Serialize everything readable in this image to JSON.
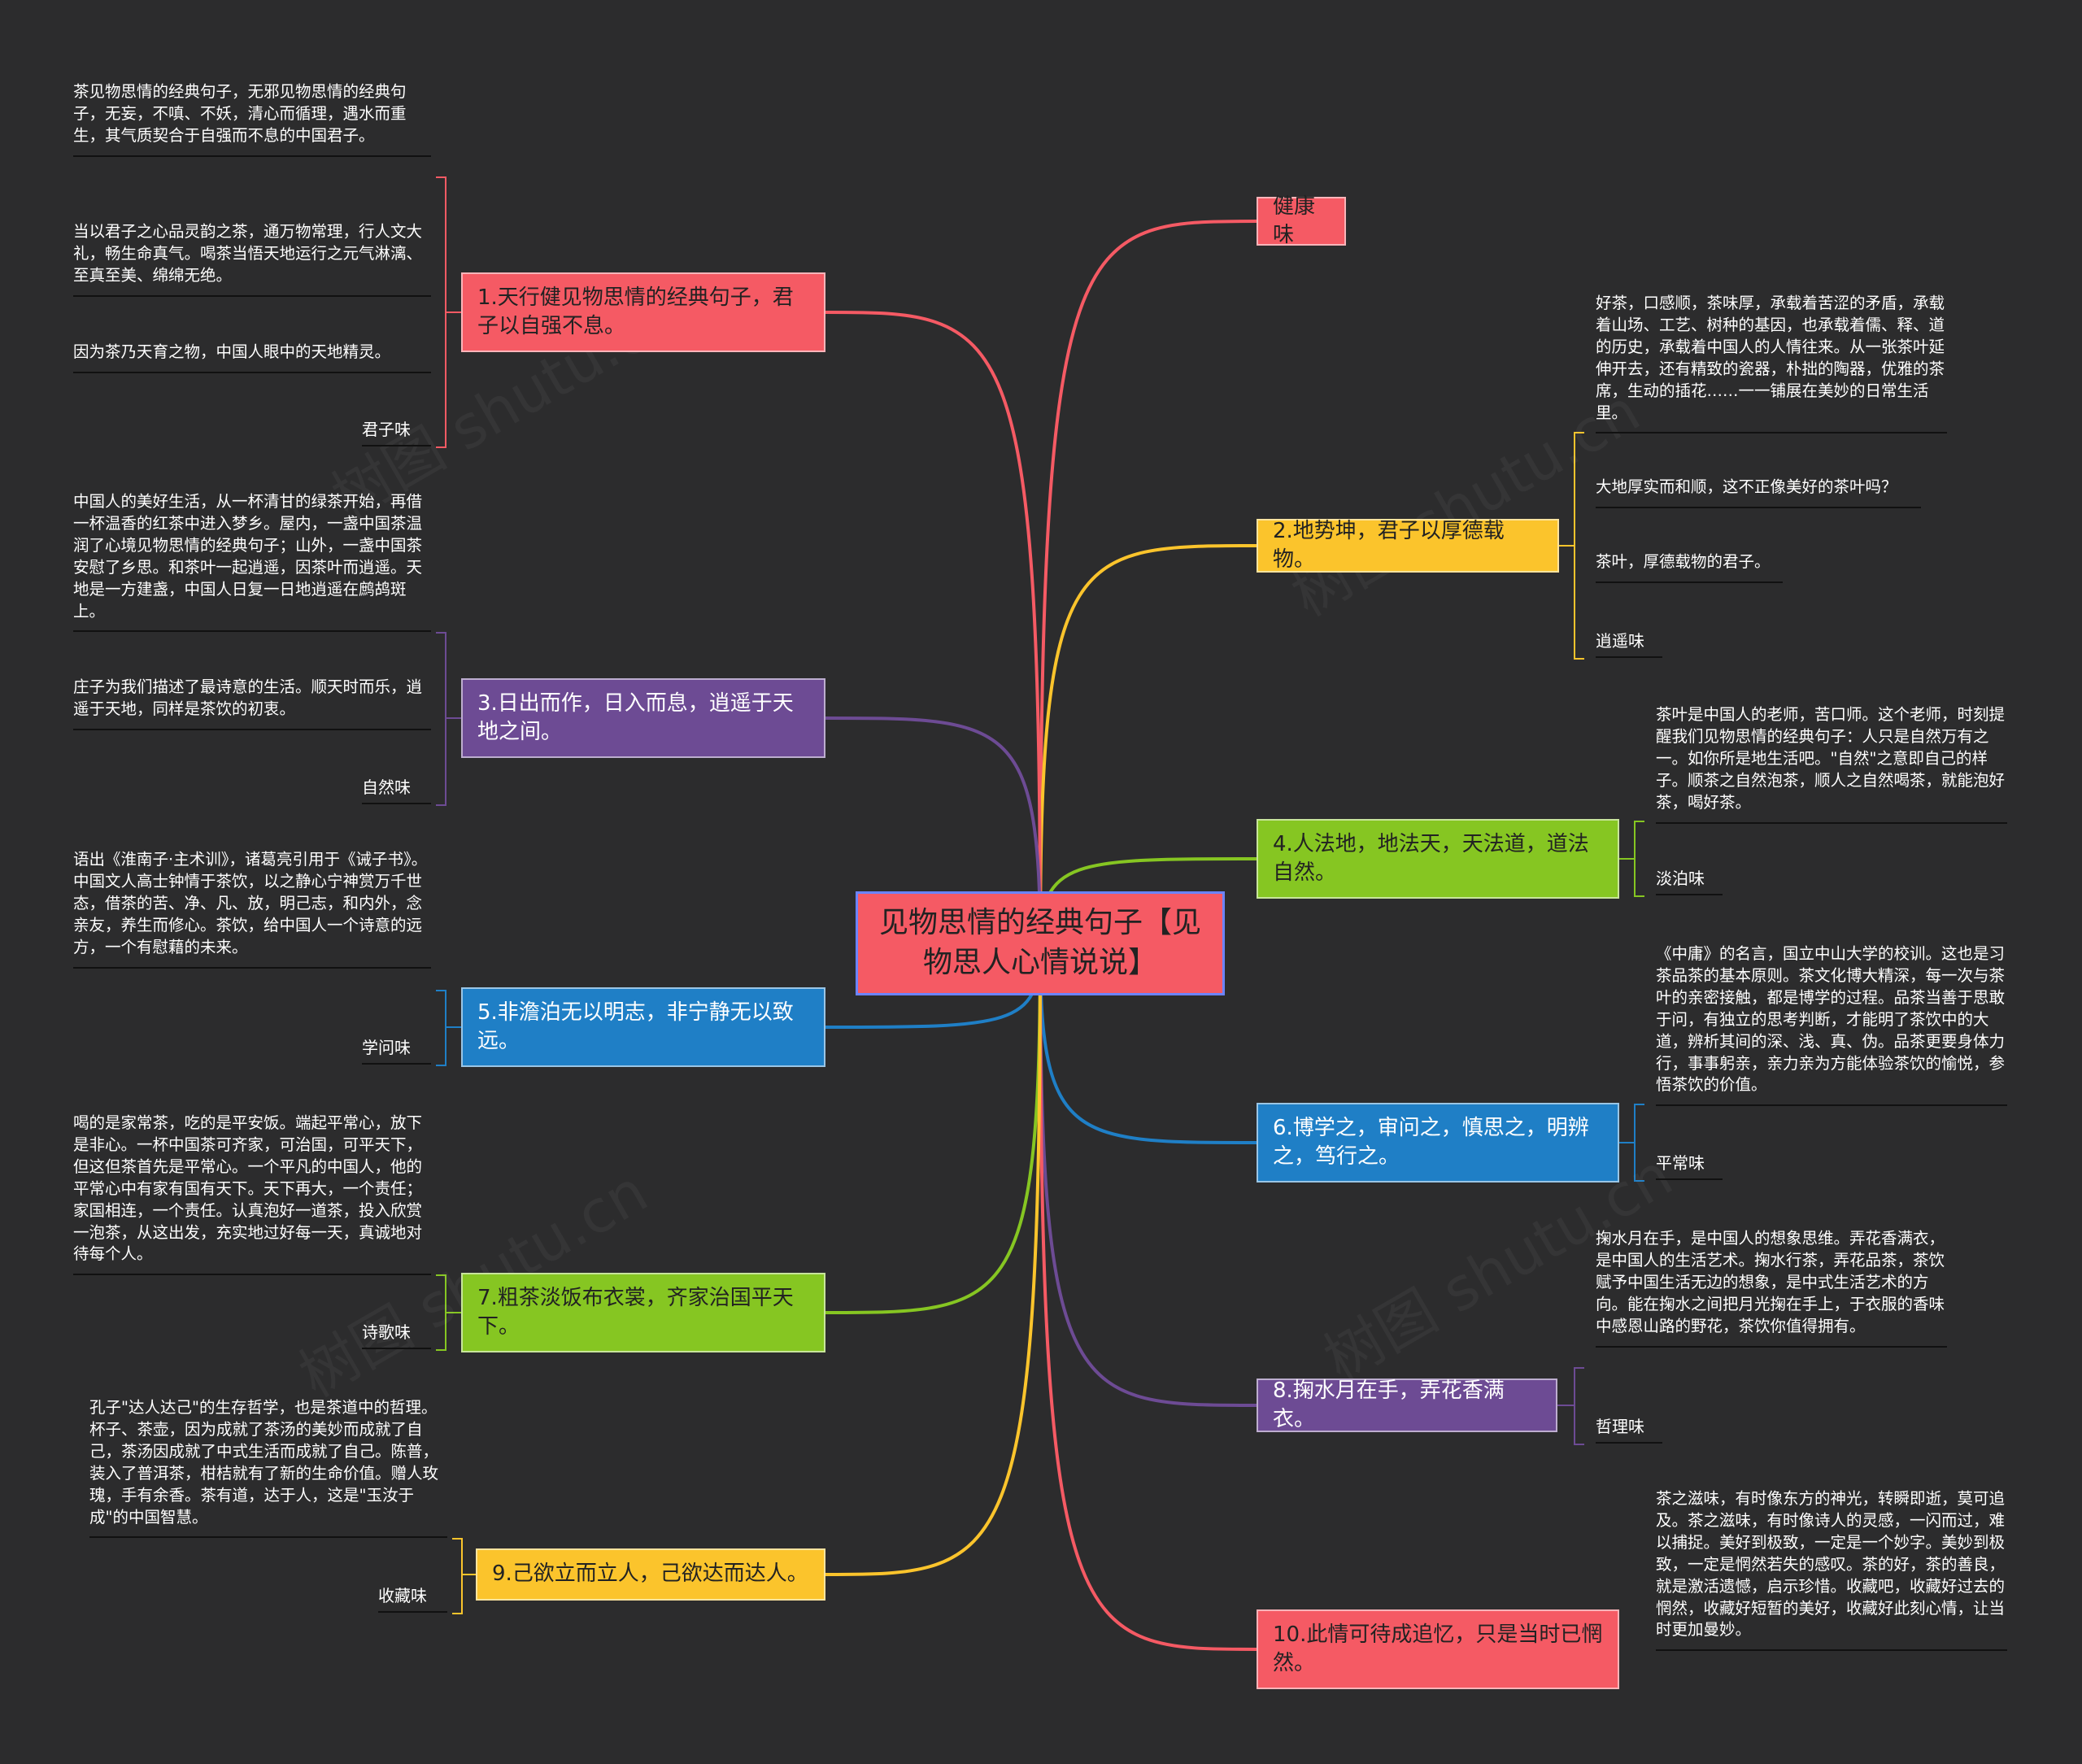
{
  "root": {
    "title": "见物思情的经典句子【见物思人心情说说】"
  },
  "colors": {
    "red": "#f55a64",
    "yellow": "#fbc42c",
    "green": "#86c622",
    "purple": "#6d4b94",
    "blue": "#1f7fc6",
    "edge_dark": "#111111"
  },
  "branches": [
    {
      "id": "b-health",
      "label": "健康味",
      "color": "#f55a64",
      "text_color": "#222222",
      "side": "right",
      "leaves": [],
      "tag": ""
    },
    {
      "id": "b1",
      "label": "1.天行健见物思情的经典句子，君子以自强不息。",
      "color": "#f55a64",
      "text_color": "#222222",
      "side": "left",
      "leaves": [
        "茶见物思情的经典句子，无邪见物思情的经典句子，无妄，不嗔、不妖，清心而循理，遇水而重生，其气质契合于自强而不息的中国君子。",
        "当以君子之心品灵韵之茶，通万物常理，行人文大礼，畅生命真气。喝茶当悟天地运行之元气淋漓、至真至美、绵绵无绝。",
        "因为茶乃天育之物，中国人眼中的天地精灵。"
      ],
      "tag": "君子味"
    },
    {
      "id": "b2",
      "label": "2.地势坤，君子以厚德载物。",
      "color": "#fbc42c",
      "text_color": "#222222",
      "side": "right",
      "leaves": [
        "好茶，口感顺，茶味厚，承载着苦涩的矛盾，承载着山场、工艺、树种的基因，也承载着儒、释、道的历史，承载着中国人的人情往来。从一张茶叶延伸开去，还有精致的瓷器，朴拙的陶器，优雅的茶席，生动的插花……一一铺展在美妙的日常生活里。",
        "大地厚实而和顺，这不正像美好的茶叶吗？",
        "茶叶，厚德载物的君子。"
      ],
      "tag": "逍遥味"
    },
    {
      "id": "b3",
      "label": "3.日出而作，日入而息，逍遥于天地之间。",
      "color": "#6d4b94",
      "text_color": "#ffffff",
      "side": "left",
      "leaves": [
        "中国人的美好生活，从一杯清甘的绿茶开始，再借一杯温香的红茶中进入梦乡。屋内，一盏中国茶温润了心境见物思情的经典句子；山外，一盏中国茶安慰了乡思。和茶叶一起逍遥，因茶叶而逍遥。天地是一方建盏，中国人日复一日地逍遥在鹧鸪斑上。",
        "庄子为我们描述了最诗意的生活。顺天时而乐，逍遥于天地，同样是茶饮的初衷。"
      ],
      "tag": "自然味"
    },
    {
      "id": "b4",
      "label": "4.人法地，地法天，天法道，道法自然。",
      "color": "#86c622",
      "text_color": "#222222",
      "side": "right",
      "leaves": [
        "茶叶是中国人的老师，苦口师。这个老师，时刻提醒我们见物思情的经典句子：人只是自然万有之一。如你所是地生活吧。\"自然\"之意即自己的样子。顺茶之自然泡茶，顺人之自然喝茶，就能泡好茶，喝好茶。"
      ],
      "tag": "淡泊味"
    },
    {
      "id": "b5",
      "label": "5.非澹泊无以明志，非宁静无以致远。",
      "color": "#1f7fc6",
      "text_color": "#ffffff",
      "side": "left",
      "leaves": [
        "语出《淮南子·主术训》，诸葛亮引用于《诫子书》。中国文人高士钟情于茶饮，以之静心宁神赏万千世态，借茶的苦、净、凡、放，明己志，和内外，念亲友，养生而修心。茶饮，给中国人一个诗意的远方，一个有慰藉的未来。"
      ],
      "tag": "学问味"
    },
    {
      "id": "b6",
      "label": "6.博学之，审问之，慎思之，明辨之，笃行之。",
      "color": "#1f7fc6",
      "text_color": "#ffffff",
      "side": "right",
      "leaves": [
        "《中庸》的名言，国立中山大学的校训。这也是习茶品茶的基本原则。茶文化博大精深，每一次与茶叶的亲密接触，都是博学的过程。品茶当善于思敢于问，有独立的思考判断，才能明了茶饮中的大道，辨析其间的深、浅、真、伪。品茶更要身体力行，事事躬亲，亲力亲为方能体验茶饮的愉悦，参悟茶饮的价值。"
      ],
      "tag": "平常味"
    },
    {
      "id": "b7",
      "label": "7.粗茶淡饭布衣裳，齐家治国平天下。",
      "color": "#86c622",
      "text_color": "#222222",
      "side": "left",
      "leaves": [
        "喝的是家常茶，吃的是平安饭。端起平常心，放下是非心。一杯中国茶可齐家，可治国，可平天下，但这但茶首先是平常心。一个平凡的中国人，他的平常心中有家有国有天下。天下再大，一个责任；家国相连，一个责任。认真泡好一道茶，投入欣赏一泡茶，从这出发，充实地过好每一天，真诚地对待每个人。"
      ],
      "tag": "诗歌味"
    },
    {
      "id": "b8",
      "label": "8.掬水月在手，弄花香满衣。",
      "color": "#6d4b94",
      "text_color": "#ffffff",
      "side": "right",
      "leaves": [
        "掬水月在手，是中国人的想象思维。弄花香满衣，是中国人的生活艺术。掬水行茶，弄花品茶，茶饮赋予中国生活无边的想象，是中式生活艺术的方向。能在掬水之间把月光掬在手上，于衣服的香味中感恩山路的野花，茶饮你值得拥有。"
      ],
      "tag": "哲理味"
    },
    {
      "id": "b9",
      "label": "9.己欲立而立人，己欲达而达人。",
      "color": "#fbc42c",
      "text_color": "#222222",
      "side": "left",
      "leaves": [
        "孔子\"达人达己\"的生存哲学，也是茶道中的哲理。杯子、茶壶，因为成就了茶汤的美妙而成就了自己，茶汤因成就了中式生活而成就了自己。陈普，装入了普洱茶，柑桔就有了新的生命价值。赠人玫瑰，手有余香。茶有道，达于人，这是\"玉汝于成\"的中国智慧。"
      ],
      "tag": "收藏味"
    },
    {
      "id": "b10",
      "label": "10.此情可待成追忆，只是当时已惘然。",
      "color": "#f55a64",
      "text_color": "#222222",
      "side": "right",
      "leaves": [
        "茶之滋味，有时像东方的神光，转瞬即逝，莫可追及。茶之滋味，有时像诗人的灵感，一闪而过，难以捕捉。美好到极致，一定是一个妙字。美妙到极致，一定是惘然若失的感叹。茶的好，茶的善良，就是激活遗憾，启示珍惜。收藏吧，收藏好过去的惘然，收藏好短暂的美好，收藏好此刻心情，让当时更加曼妙。"
      ],
      "tag": ""
    }
  ]
}
